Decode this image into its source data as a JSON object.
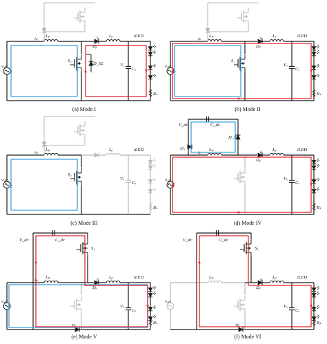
{
  "colors": {
    "active_black": "#1a1a1a",
    "inactive_gray": "#b7b7b7",
    "current_red": "#e0252b",
    "current_blue": "#3d9fdc"
  },
  "panels": [
    {
      "id": "mode-1",
      "caption": "(a) Mode I",
      "variant": "basic",
      "labels": {
        "vsrc": "vᵣₑc",
        "L1": "Lₚ",
        "L2": "Lᵦ",
        "i1": "iₚ",
        "i2": "iᵦ",
        "iLED": "iLED",
        "D": "Dᵦ",
        "S": "S₂",
        "Dsw": "D_S2",
        "Vc": "Vₒ",
        "C": "Cₒ",
        "R": "Rₛ"
      },
      "state": {
        "left_dim": false,
        "switch_dim": false,
        "upper_dim": true
      },
      "currents": [
        {
          "color": "blue",
          "loop": "inner-switch"
        },
        {
          "color": "red",
          "loop": "right-led"
        }
      ]
    },
    {
      "id": "mode-2",
      "caption": "(b) Mode II",
      "variant": "basic",
      "labels": {
        "vsrc": "vᵣₑc",
        "L1": "Lₚ",
        "L2": "Lᵦ",
        "i1": "iₚ",
        "i2": "iᵦ",
        "iLED": "iLED",
        "D": "Dᵦ",
        "S": "S₂",
        "Dsw": "",
        "Vc": "Vₒ",
        "C": "Cₒ",
        "R": "Rₛ"
      },
      "state": {
        "left_dim": false,
        "switch_dim": false,
        "upper_dim": true
      },
      "currents": [
        {
          "color": "blue",
          "loop": "inner-switch"
        },
        {
          "color": "red",
          "loop": "outer-full"
        }
      ]
    },
    {
      "id": "mode-3",
      "caption": "(c) Mode III",
      "variant": "basic",
      "labels": {
        "vsrc": "vᵣₑc",
        "L1": "Lₚ",
        "L2": "Lᵦ",
        "i1": "iₚ",
        "i2": "",
        "iLED": "iLED",
        "D": "",
        "S": "S₂",
        "Dsw": "",
        "Vc": "Vₒ",
        "C": "Cₒ",
        "R": "Rₛ"
      },
      "state": {
        "left_dim": false,
        "switch_dim": false,
        "upper_dim": true,
        "right_dim": true
      },
      "currents": [
        {
          "color": "blue",
          "loop": "inner-switch"
        }
      ]
    },
    {
      "id": "mode-4",
      "caption": "(d) Mode IV",
      "variant": "dc-cap",
      "labels": {
        "vsrc": "vᵣₑc",
        "L1": "Lₚ",
        "L2": "Lᵦ",
        "i1": "iₚ",
        "i2": "iᵦ",
        "iLED": "iLED",
        "D": "Dᵦ",
        "S": "",
        "Vdc": "V_dc",
        "Cdc": "C_dc",
        "D1": "D₁",
        "D2": "D_S1",
        "Vc": "Vₒ",
        "C": "Cₒ",
        "R": "Rₛ"
      },
      "state": {
        "left_dim": false,
        "switch_dim": true,
        "upper_dim": false
      },
      "currents": [
        {
          "color": "blue",
          "loop": "top-cap"
        },
        {
          "color": "red",
          "loop": "outer-full"
        }
      ]
    },
    {
      "id": "mode-5",
      "caption": "(e) Mode V",
      "variant": "dc-switch",
      "labels": {
        "vsrc": "vᵣₑc",
        "L1": "Lₚ",
        "L2": "Lᵦ",
        "i1": "iₚ",
        "i2": "iᵦ",
        "iLED": "iLED",
        "D": "Dᵦ",
        "S": "S₁",
        "Vdc": "V_dc",
        "Cdc": "C_dc",
        "D7": "D₇",
        "Vc": "Vₒ",
        "C": "Cₒ",
        "R": "Rₛ"
      },
      "state": {
        "left_dim": false,
        "switch_dim": true,
        "upper_dim": false
      },
      "currents": [
        {
          "color": "blue",
          "loop": "outer-full"
        },
        {
          "color": "red",
          "loop": "top-dc"
        }
      ]
    },
    {
      "id": "mode-6",
      "caption": "(f) Mode VI",
      "variant": "dc-switch",
      "labels": {
        "vsrc": "vᵣₑc",
        "L1": "Lₚ",
        "L2": "Lᵦ",
        "i1": "",
        "i2": "iᵦ",
        "iLED": "iLED",
        "D": "Dᵦ",
        "S": "S₁",
        "Vdc": "V_dc",
        "Cdc": "C_dc",
        "D7": "D₇",
        "Vc": "Vₒ",
        "C": "Cₒ",
        "R": "Rₛ"
      },
      "state": {
        "left_dim": true,
        "switch_dim": true,
        "upper_dim": false
      },
      "currents": [
        {
          "color": "red",
          "loop": "top-dc"
        }
      ]
    }
  ]
}
